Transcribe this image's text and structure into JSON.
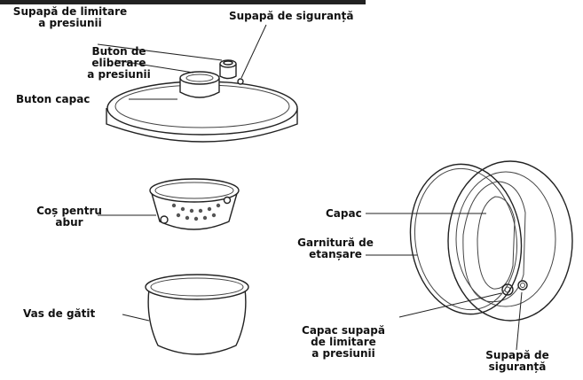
{
  "labels": {
    "pressure_limit_valve": "Supapă de limitare\na presiunii",
    "safety_valve_top": "Supapă de siguranță",
    "release_button": "Buton de\neliberare\na presiunii",
    "lid_button": "Buton capac",
    "steam_basket": "Coș pentru\nabur",
    "cooking_pot": "Vas de gătit",
    "lid": "Capac",
    "gasket": "Garnitură de\netanșare",
    "valve_cap": "Capac supapă\nde limitare\na presiunii",
    "safety_valve_bottom": "Supapă de\nsiguranță"
  }
}
